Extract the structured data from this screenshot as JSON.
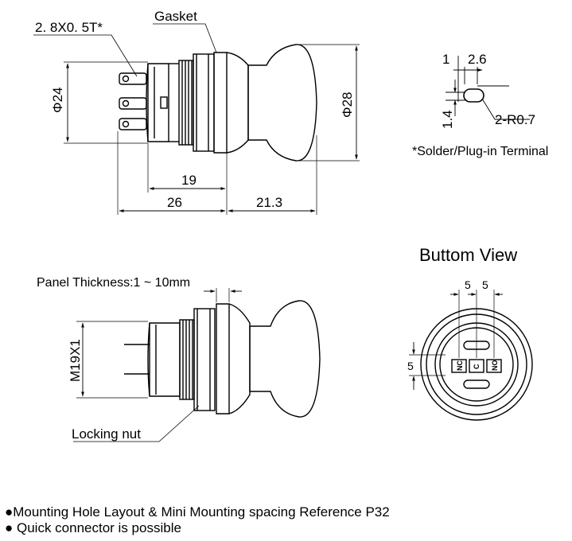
{
  "top_view": {
    "terminal_spec": "2. 8X0. 5T*",
    "gasket": "Gasket",
    "dia_body": "Φ24",
    "dia_cap": "Φ28",
    "dim_19": "19",
    "dim_26": "26",
    "dim_213": "21.3"
  },
  "terminal_detail": {
    "dim_1": "1",
    "dim_26": "2.6",
    "dim_14": "1.4",
    "radius": "2-R0.7",
    "caption": "*Solder/Plug-in Terminal"
  },
  "side_view": {
    "panel": "Panel Thickness:1 ~ 10mm",
    "thread": "M19X1",
    "locking_nut": "Locking nut"
  },
  "bottom_view": {
    "title": "Buttom View",
    "dim_5a": "5",
    "dim_5b": "5",
    "dim_5c": "5",
    "pin_nc": "NC",
    "pin_c": "C",
    "pin_no": "NO"
  },
  "notes": [
    "●Mounting Hole Layout & Mini Mounting spacing Reference P32",
    "● Quick connector is possible"
  ]
}
